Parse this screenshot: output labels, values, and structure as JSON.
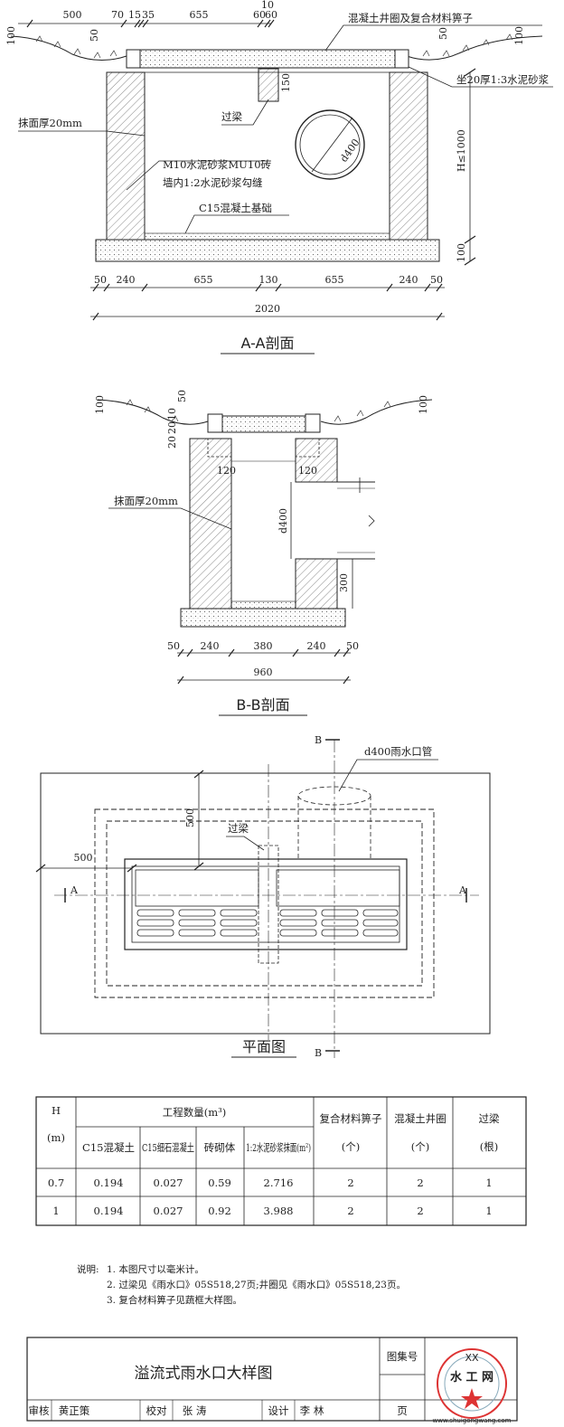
{
  "section_aa": {
    "title": "A-A剖面",
    "top_dims": [
      "500",
      "70",
      "15",
      "35",
      "655",
      "60",
      "60",
      "10"
    ],
    "left_100": "100",
    "left_50": "50",
    "right_50": "50",
    "right_100": "100",
    "dim_150": "150",
    "dim_h": "H≤1000",
    "dim_base_100": "100",
    "bottom_dims": [
      "50",
      "240",
      "655",
      "130",
      "655",
      "240",
      "50"
    ],
    "total": "2020",
    "labels": {
      "grate": "混凝土井圈及复合材料箅子",
      "mortar_bed": "坐20厚1:3水泥砂浆",
      "plaster": "抹面厚20mm",
      "beam": "过梁",
      "pipe": "d400",
      "wall1": "M10水泥砂浆MU10砖",
      "wall2": "墙内1:2水泥砂浆勾缝",
      "base": "C15混凝土基础"
    }
  },
  "section_bb": {
    "title": "B-B剖面",
    "left_100": "100",
    "right_100": "100",
    "dim_50": "50",
    "small_20": "20",
    "small_20b": "20",
    "small_10": "10",
    "dim_120a": "120",
    "dim_120b": "120",
    "dim_d400": "d400",
    "dim_300": "300",
    "bottom_dims": [
      "50",
      "240",
      "380",
      "240",
      "50"
    ],
    "total": "960",
    "labels": {
      "plaster": "抹面厚20mm"
    }
  },
  "plan": {
    "title": "平面图",
    "b_top": "B",
    "b_bottom": "B",
    "a_left": "A",
    "a_right": "A",
    "dim_500_v": "500",
    "dim_500_h": "500",
    "beam": "过梁",
    "pipe": "d400雨水口管"
  },
  "table": {
    "h_header": "H",
    "h_unit": "(m)",
    "group_header": "工程数量(m³)",
    "col_headers": [
      "C15混凝土",
      "C15细石混凝土",
      "砖砌体",
      "1:2水泥砂浆抹面(m²)"
    ],
    "extra_headers": [
      {
        "name": "复合材料箅子",
        "unit": "(个)"
      },
      {
        "name": "混凝土井圈",
        "unit": "(个)"
      },
      {
        "name": "过梁",
        "unit": "(根)"
      }
    ],
    "rows": [
      [
        "0.7",
        "0.194",
        "0.027",
        "0.59",
        "2.716",
        "2",
        "2",
        "1"
      ],
      [
        "1",
        "0.194",
        "0.027",
        "0.92",
        "3.988",
        "2",
        "2",
        "1"
      ]
    ]
  },
  "notes": {
    "prefix": "说明:",
    "items": [
      "1. 本图尺寸以毫米计。",
      "2. 过梁见《雨水口》05S518,27页;井圈见《雨水口》05S518,23页。",
      "3. 复合材料箅子见蔬框大样图。"
    ]
  },
  "title_block": {
    "title": "溢流式雨水口大样图",
    "atlas_label": "图集号",
    "atlas_no": "XX",
    "review_label": "审核",
    "review_name": "黄正策",
    "check_label": "校对",
    "check_name": "张 涛",
    "design_label": "设计",
    "design_name": "李 林",
    "page_label": "页",
    "logo_text": "水 工 网",
    "logo_url": "www.shuigongwang.com"
  }
}
